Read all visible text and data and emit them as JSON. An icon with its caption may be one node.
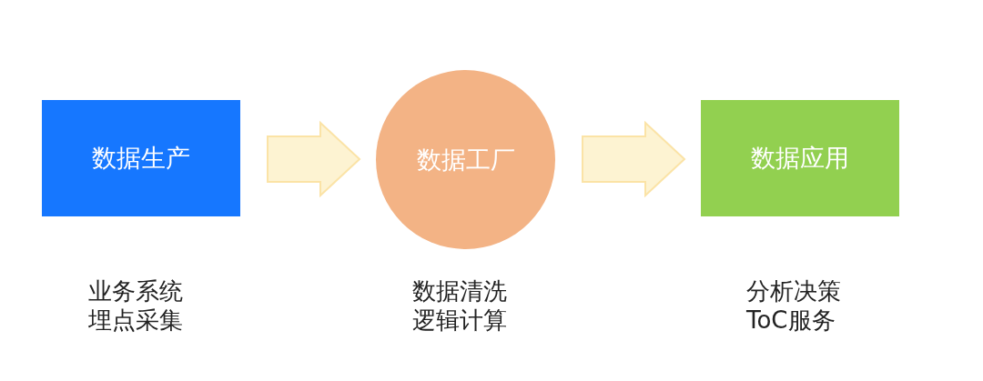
{
  "diagram": {
    "nodes": [
      {
        "text": [
          "数据生产"
        ],
        "beside": [
          "业务系统",
          "埋点采集"
        ]
      },
      {
        "text": [
          "数据工厂"
        ],
        "beside": [
          "数据清洗",
          "逻辑计算"
        ]
      },
      {
        "text": [
          "数据应用"
        ],
        "beside": [
          "分析决策",
          "ToC服务"
        ]
      }
    ],
    "edges": [
      {
        "from": 0,
        "to": 1,
        "arrow": "to"
      },
      {
        "from": 1,
        "to": 2,
        "arrow": "to"
      }
    ]
  }
}
